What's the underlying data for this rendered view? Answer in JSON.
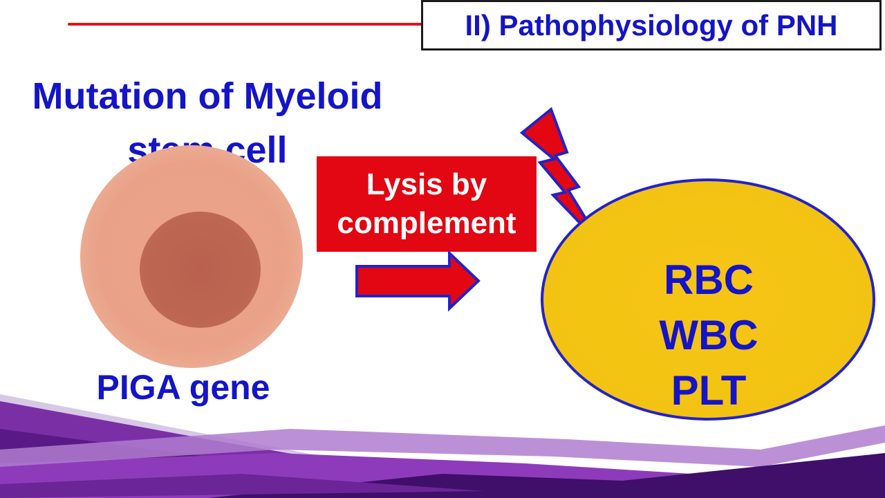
{
  "title": "II) Pathophysiology of PNH",
  "heading": {
    "line1": "Mutation of Myeloid",
    "line2": "stem cell"
  },
  "gene_label": "PIGA gene",
  "lysis": {
    "line1": "Lysis by",
    "line2": "complement"
  },
  "blood_cells": [
    "RBC",
    "WBC",
    "PLT"
  ],
  "colors": {
    "text_blue": "#1414c8",
    "accent_red": "#e30613",
    "ellipse_yellow": "#f3c313",
    "wave_purple": "#7b2fa5"
  }
}
